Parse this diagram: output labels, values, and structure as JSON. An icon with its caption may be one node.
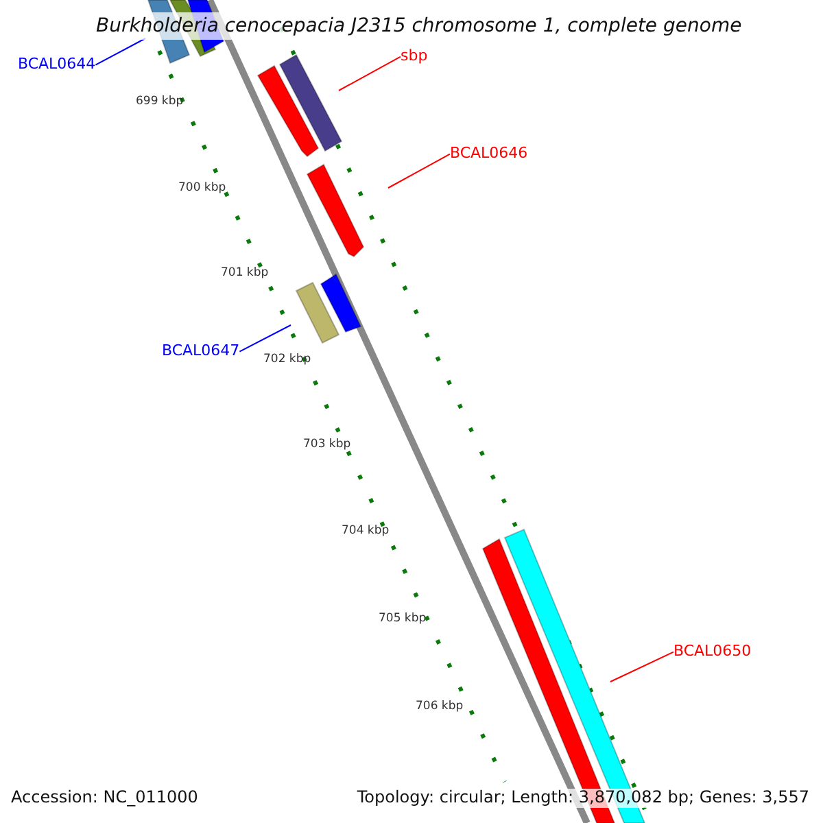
{
  "diagram": {
    "title": "Burkholderia cenocepacia J2315 chromosome 1, complete genome",
    "nodes": [
      {
        "text": [
          "BCAL0644"
        ]
      },
      {
        "text": [],
        "shape": "bar"
      },
      {
        "text": [
          "sbp"
        ]
      },
      {
        "text": [],
        "shape": "bar"
      },
      {
        "text": [
          "BCAL0646"
        ]
      },
      {
        "text": [],
        "shape": "bar"
      },
      {
        "text": [
          "BCAL0647"
        ]
      },
      {
        "text": [],
        "shape": "bar"
      },
      {
        "text": [
          "BCAL0650"
        ]
      },
      {
        "text": [],
        "shape": "bar"
      },
      {
        "text": [],
        "shape": "bar"
      },
      {
        "text": [],
        "shape": "bar"
      },
      {
        "text": [],
        "shape": "bar"
      },
      {
        "text": [],
        "shape": "bar"
      },
      {
        "text": [],
        "shape": "bar"
      }
    ],
    "edges": [
      {
        "from": 0,
        "to": 1,
        "arrow": "none",
        "color": "#0000ff"
      },
      {
        "from": 2,
        "to": 3,
        "arrow": "none"
      },
      {
        "from": 4,
        "to": 5,
        "arrow": "none"
      },
      {
        "from": 6,
        "to": 7,
        "arrow": "none",
        "color": "#0000ff"
      },
      {
        "from": 8,
        "to": 9,
        "arrow": "none"
      }
    ],
    "labels": [
      "699 kbp",
      "700 kbp",
      "701 kbp",
      "702 kbp",
      "703 kbp",
      "704 kbp",
      "705 kbp",
      "706 kbp",
      "Accession: NC_011000",
      "Topology: circular; Length: 3,870,082 bp; Genes: 3,557"
    ]
  }
}
